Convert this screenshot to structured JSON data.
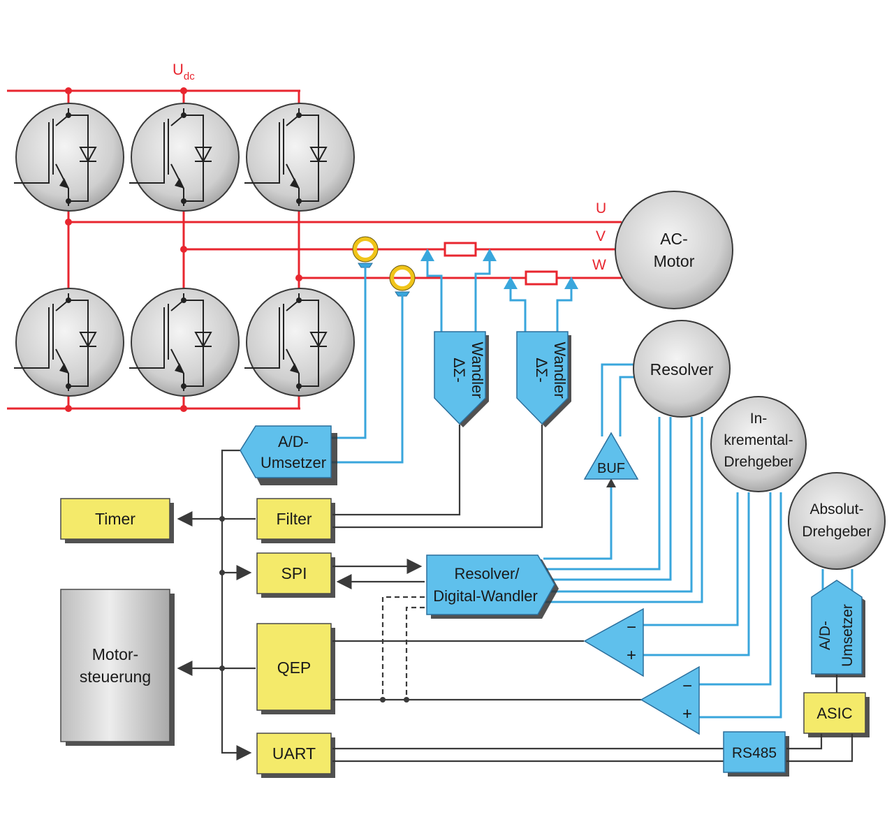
{
  "labels": {
    "udc_main": "U",
    "udc_sub": "dc",
    "phase_u": "U",
    "phase_v": "V",
    "phase_w": "W",
    "ac_motor_line1": "AC-",
    "ac_motor_line2": "Motor",
    "resolver": "Resolver",
    "inkremental_line1": "In-",
    "inkremental_line2": "kremental-",
    "inkremental_line3": "Drehgeber",
    "absolut_line1": "Absolut-",
    "absolut_line2": "Drehgeber",
    "adc_line1": "A/D-",
    "adc_line2": "Umsetzer",
    "ds_wandler_1_line1": "ΔΣ-",
    "ds_wandler_1_line2": "Wandler",
    "ds_wandler_2_line1": "ΔΣ-",
    "ds_wandler_2_line2": "Wandler",
    "buf": "BUF",
    "timer": "Timer",
    "filter": "Filter",
    "spi": "SPI",
    "qep": "QEP",
    "uart": "UART",
    "motorsteuerung_line1": "Motor-",
    "motorsteuerung_line2": "steuerung",
    "rd_wandler_line1": "Resolver/",
    "rd_wandler_line2": "Digital-Wandler",
    "comp1_minus": "−",
    "comp1_plus": "+",
    "comp2_minus": "−",
    "comp2_plus": "+",
    "adc2_line1": "A/D-",
    "adc2_line2": "Umsetzer",
    "asic": "ASIC",
    "rs485": "RS485"
  },
  "colors": {
    "power_wire": "#e8262f",
    "signal_wire": "#39a6dc",
    "control_wire": "#3a3a3a",
    "yellow_block": "#f4ea6a",
    "blue_block": "#5fc0ec"
  }
}
